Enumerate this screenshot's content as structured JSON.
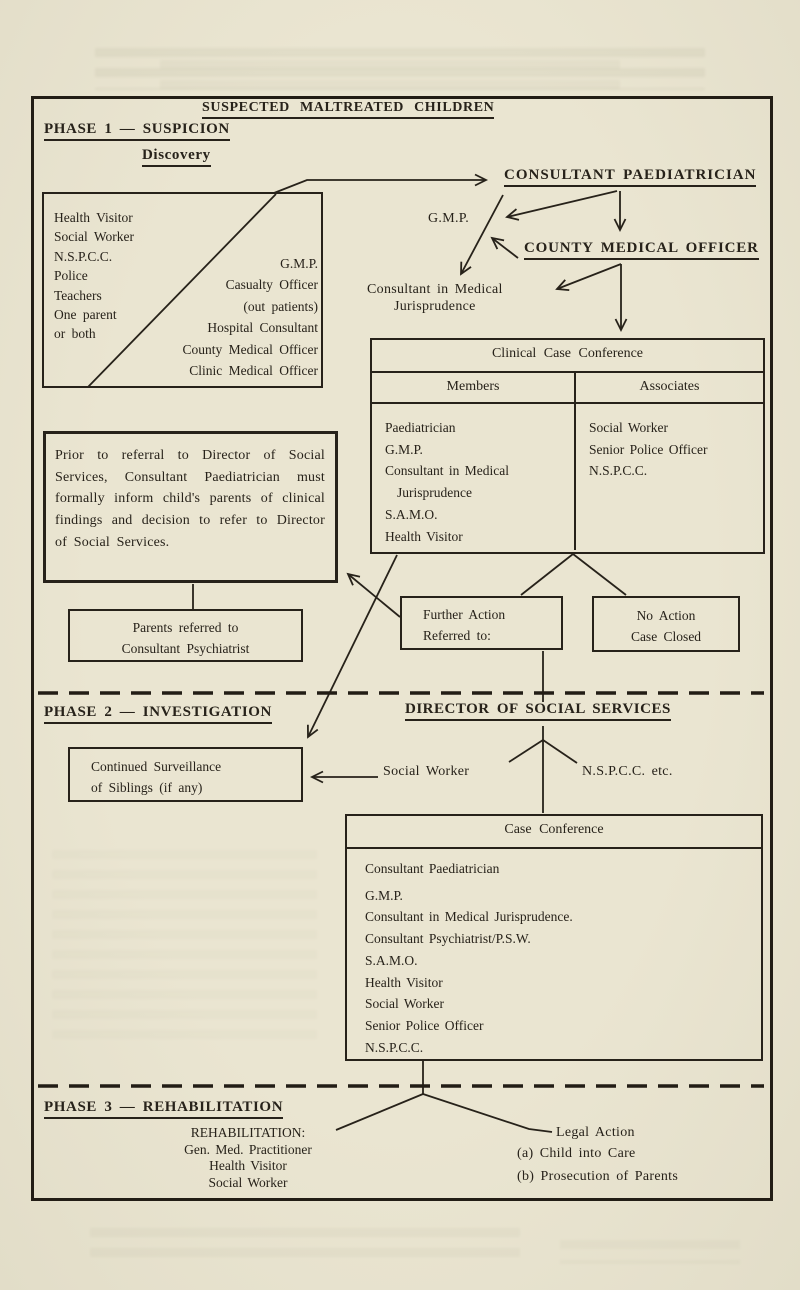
{
  "colors": {
    "paper": "#e9e4cf",
    "ink": "#27221a"
  },
  "title": "SUSPECTED MALTREATED CHILDREN",
  "phase1": {
    "label": "PHASE 1 — SUSPICION",
    "discovery_label": "Discovery",
    "discovery_box": {
      "left_list": [
        "Health Visitor",
        "Social Worker",
        "N.S.P.C.C.",
        "Police",
        "Teachers",
        "One parent",
        "or both"
      ],
      "right_list": [
        "G.M.P.",
        "Casualty Officer",
        "(out patients)",
        "Hospital Consultant",
        "County Medical Officer",
        "Clinic Medical Officer"
      ]
    },
    "consultant_paediatrician": "CONSULTANT PAEDIATRICIAN",
    "gmp": "G.M.P.",
    "county_medical_officer": "COUNTY MEDICAL OFFICER",
    "consultant_medical_jurisprudence": [
      "Consultant in Medical",
      "Jurisprudence"
    ],
    "clinical_case_conference": {
      "title": "Clinical Case Conference",
      "columns": [
        "Members",
        "Associates"
      ],
      "members": [
        "Paediatrician",
        "G.M.P.",
        "Consultant in Medical",
        "Jurisprudence",
        "S.A.M.O.",
        "Health Visitor"
      ],
      "associates": [
        "Social Worker",
        "Senior Police Officer",
        "N.S.P.C.C."
      ]
    },
    "prior_note": "Prior to referral to Director of Social Services, Consultant Paediatrician must formally inform child's parents of clinical findings and decision to refer to Director of Social Services.",
    "parents_box": [
      "Parents referred to",
      "Consultant Psychiatrist"
    ],
    "further_action_box": [
      "Further Action",
      "Referred to:"
    ],
    "no_action_box": [
      "No Action",
      "Case Closed"
    ]
  },
  "phase2": {
    "label": "PHASE 2 — INVESTIGATION",
    "director": "DIRECTOR OF SOCIAL SERVICES",
    "surveillance_box": [
      "Continued Surveillance",
      "of Siblings (if any)"
    ],
    "social_worker": "Social Worker",
    "nspcc_etc": "N.S.P.C.C. etc.",
    "case_conference": {
      "title": "Case Conference",
      "attendees": [
        "Consultant Paediatrician",
        "G.M.P.",
        "Consultant in Medical Jurisprudence.",
        "Consultant Psychiatrist/P.S.W.",
        "S.A.M.O.",
        "Health Visitor",
        "Social Worker",
        "Senior Police Officer",
        "N.S.P.C.C."
      ]
    }
  },
  "phase3": {
    "label": "PHASE 3 — REHABILITATION",
    "rehabilitation": [
      "REHABILITATION:",
      "Gen. Med. Practitioner",
      "Health Visitor",
      "Social Worker"
    ],
    "legal": [
      "Legal Action",
      "(a)  Child into Care",
      "(b)  Prosecution of Parents"
    ]
  }
}
